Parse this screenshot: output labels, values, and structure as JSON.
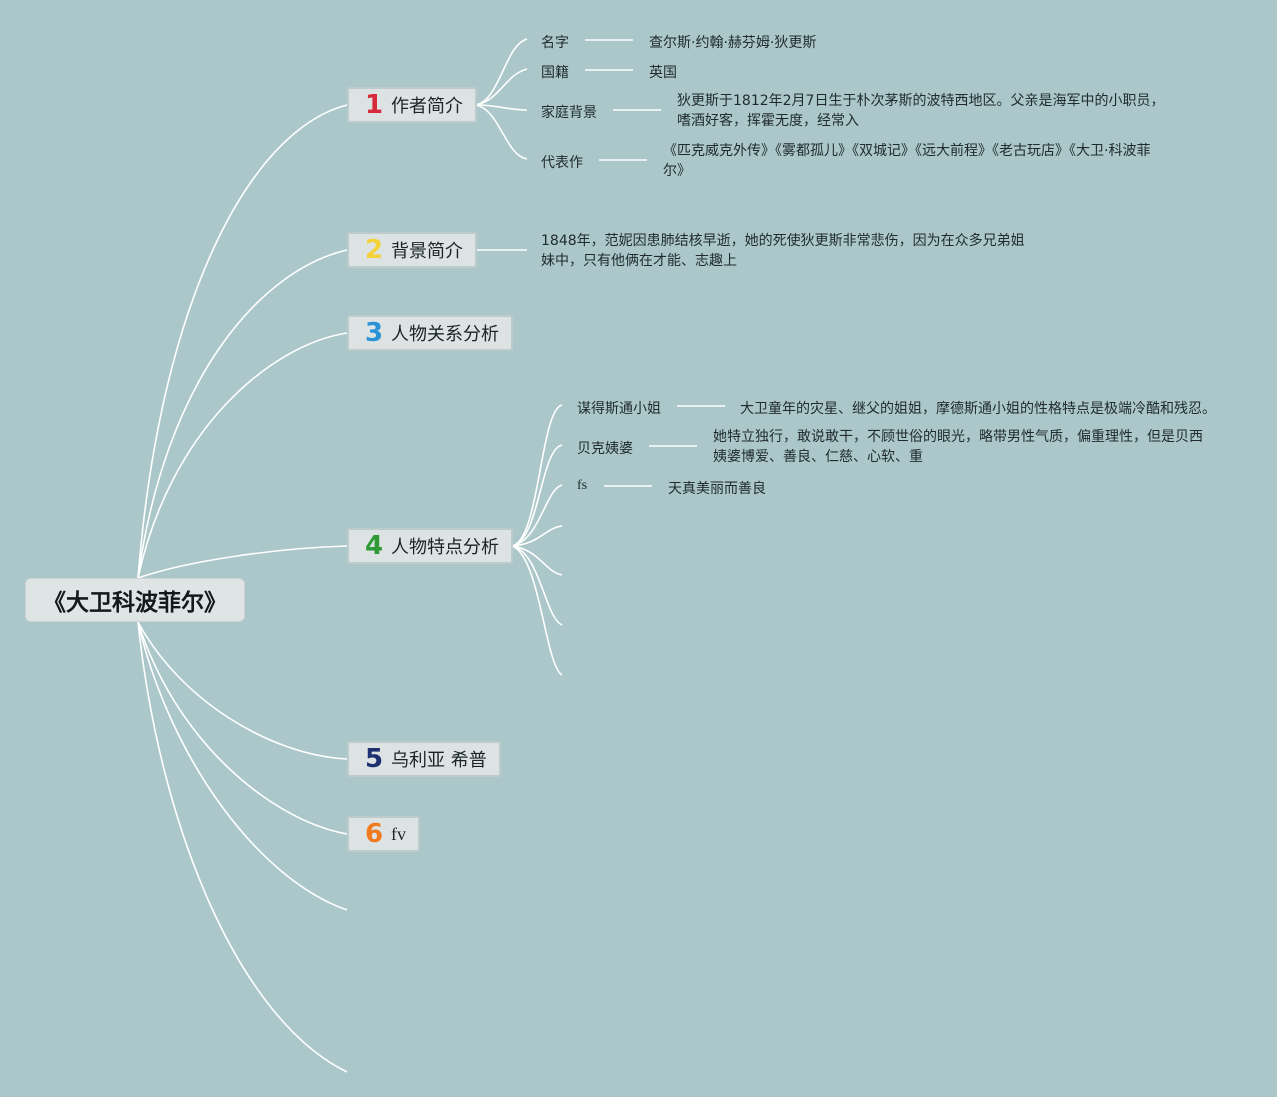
{
  "root": {
    "title": "《大卫科波菲尔》"
  },
  "topics": [
    {
      "number": "1",
      "label": "作者简介",
      "color": "#d62a3a"
    },
    {
      "number": "2",
      "label": "背景简介",
      "color": "#f3d23a"
    },
    {
      "number": "3",
      "label": "人物关系分析",
      "color": "#2a93d5"
    },
    {
      "number": "4",
      "label": "人物特点分析",
      "color": "#2d9a35"
    },
    {
      "number": "5",
      "label": "乌利亚 希普",
      "color": "#1f3070"
    },
    {
      "number": "6",
      "label": "fv",
      "color": "#f07a1e"
    }
  ],
  "author": {
    "items": [
      {
        "key": "名字",
        "value": "查尔斯·约翰·赫芬姆·狄更斯"
      },
      {
        "key": "国籍",
        "value": "英国"
      },
      {
        "key": "家庭背景",
        "value": "狄更斯于1812年2月7日生于朴次茅斯的波特西地区。父亲是海军中的小职员，嗜酒好客，挥霍无度，经常入"
      },
      {
        "key": "代表作",
        "value": "《匹克威克外传》《雾都孤儿》《双城记》《远大前程》《老古玩店》《大卫·科波菲尔》"
      }
    ]
  },
  "background": {
    "text": "1848年，范妮因患肺结核早逝，她的死使狄更斯非常悲伤，因为在众多兄弟姐妹中，只有他俩在才能、志趣上"
  },
  "characters": {
    "items": [
      {
        "key": "谋得斯通小姐",
        "value": "大卫童年的灾星、继父的姐姐，摩德斯通小姐的性格特点是极端冷酷和残忍。"
      },
      {
        "key": "贝克姨婆",
        "value": "她特立独行，敢说敢干，不顾世俗的眼光，略带男性气质，偏重理性，但是贝西姨婆博爱、善良、仁慈、心软、重"
      },
      {
        "key": "fs",
        "value": "天真美丽而善良"
      }
    ]
  },
  "colors": {
    "background": "#abc7c9",
    "branch": "#ffffff",
    "topic_fill": "#dde2e3"
  }
}
